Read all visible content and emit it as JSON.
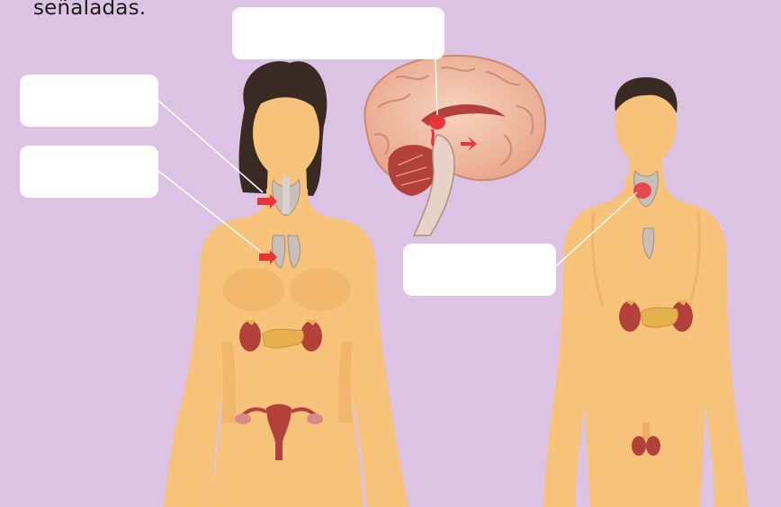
{
  "instruction": {
    "text": "señaladas."
  },
  "label_boxes": [
    {
      "id": "box-brain",
      "text": ""
    },
    {
      "id": "box-left-upper",
      "text": ""
    },
    {
      "id": "box-left-lower",
      "text": ""
    },
    {
      "id": "box-right",
      "text": ""
    }
  ],
  "colors": {
    "background": "#dcc3e4",
    "skin": "#f7c27a",
    "skin_shadow": "#ebae62",
    "hair": "#3a2a24",
    "gland_marker": "#e8343a",
    "organ_red": "#b3413b",
    "pancreas": "#e5b04d",
    "thyroid": "#c8bfb8",
    "label_box": "#ffffff",
    "leader_line": "#ffffff"
  },
  "figures": [
    {
      "name": "female-body",
      "organs": [
        "thyroid",
        "thymus",
        "adrenal-kidneys",
        "pancreas",
        "ovaries-uterus"
      ]
    },
    {
      "name": "brain-section",
      "organs": [
        "hypothalamus",
        "pituitary"
      ]
    },
    {
      "name": "male-body",
      "organs": [
        "thyroid",
        "thymus",
        "adrenal-kidneys",
        "pancreas",
        "testes"
      ]
    }
  ]
}
